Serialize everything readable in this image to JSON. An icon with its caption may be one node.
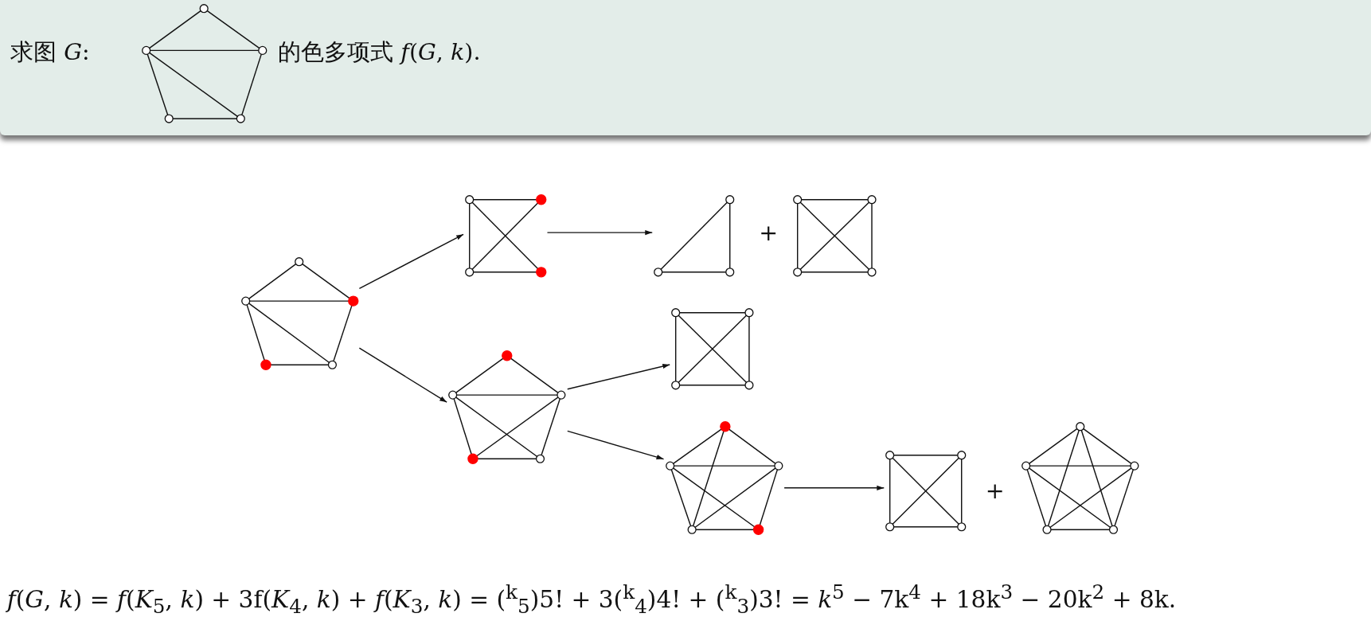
{
  "diagram": {
    "nodes": [
      {
        "text": [],
        "shape": "picture"
      },
      {
        "text": [],
        "shape": "picture"
      },
      {
        "text": [],
        "shape": "picture"
      },
      {
        "text": [],
        "shape": "picture"
      },
      {
        "text": [],
        "shape": "picture"
      },
      {
        "text": [],
        "shape": "picture"
      },
      {
        "text": [],
        "shape": "picture"
      },
      {
        "text": [],
        "shape": "picture"
      },
      {
        "text": [],
        "shape": "picture"
      },
      {
        "text": [],
        "shape": "picture"
      }
    ],
    "edges": [
      {
        "from": 1,
        "to": 2,
        "arrow": "to"
      },
      {
        "from": 1,
        "to": 5,
        "arrow": "to"
      },
      {
        "from": 2,
        "to": 3,
        "arrow": "to"
      },
      {
        "from": 5,
        "to": 6,
        "arrow": "to"
      },
      {
        "from": 5,
        "to": 7,
        "arrow": "to"
      },
      {
        "from": 7,
        "to": 8,
        "arrow": "to"
      }
    ],
    "labels": [
      "求图 *G*:",
      "的色多项式 *f*(*G*, *k*).",
      "+",
      "+",
      "*f*(*G*, *k*) = *f*(*K*$_{5}$, *k*) + 3f(*K*$_{4}$, *k*) + *f*(*K*$_{3}$, *k*) = ($^{k}$$_{5}$)5! + 3($^{k}$$_{4}$)4! + ($^{k}$$_{3}$)3! = *k*$^{5}$ − 7k$^{4}$ + 18k$^{3}$ − 20k$^{2}$ + 8k."
    ]
  }
}
